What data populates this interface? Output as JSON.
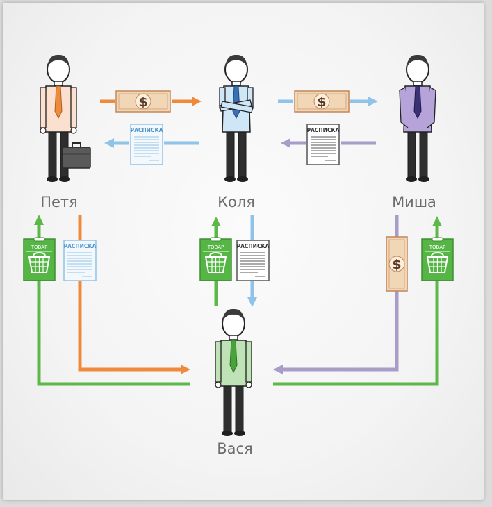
{
  "people": [
    {
      "id": "petya",
      "name": "Петя"
    },
    {
      "id": "kolya",
      "name": "Коля"
    },
    {
      "id": "misha",
      "name": "Миша"
    },
    {
      "id": "vasya",
      "name": "Вася"
    }
  ],
  "receipt_label": "РАСПИСКА",
  "goods_label": "ТОВАР",
  "currency_symbol": "$",
  "colors": {
    "money_flow": "#ee8a3c",
    "receipt_flow": "#8fc3e8",
    "second_receipt_flow": "#a89cc8",
    "goods_flow": "#5cb848",
    "goods_bag": "#55b545"
  }
}
